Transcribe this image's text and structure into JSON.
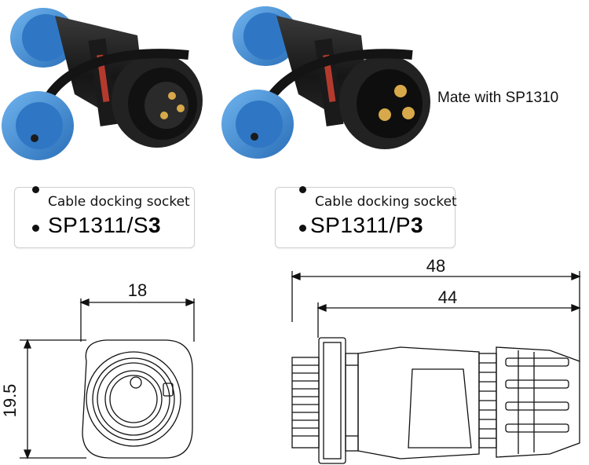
{
  "mate_text": "Mate with SP1310",
  "labels": {
    "socket": {
      "caption": "Cable docking socket",
      "model_prefix": "SP1311/S",
      "model_suffix": "3"
    },
    "plug": {
      "caption": "Cable docking socket",
      "model_prefix": "SP1311/P",
      "model_suffix": "3"
    }
  },
  "dimensions": {
    "front_width": "18",
    "front_height": "19.5",
    "side_total": "48",
    "side_body": "44"
  },
  "colors": {
    "cap_blue": "#3d8ed8",
    "body_black": "#1c1c1c",
    "pin_gold": "#d7a94a",
    "seal_red": "#b53a2e"
  }
}
